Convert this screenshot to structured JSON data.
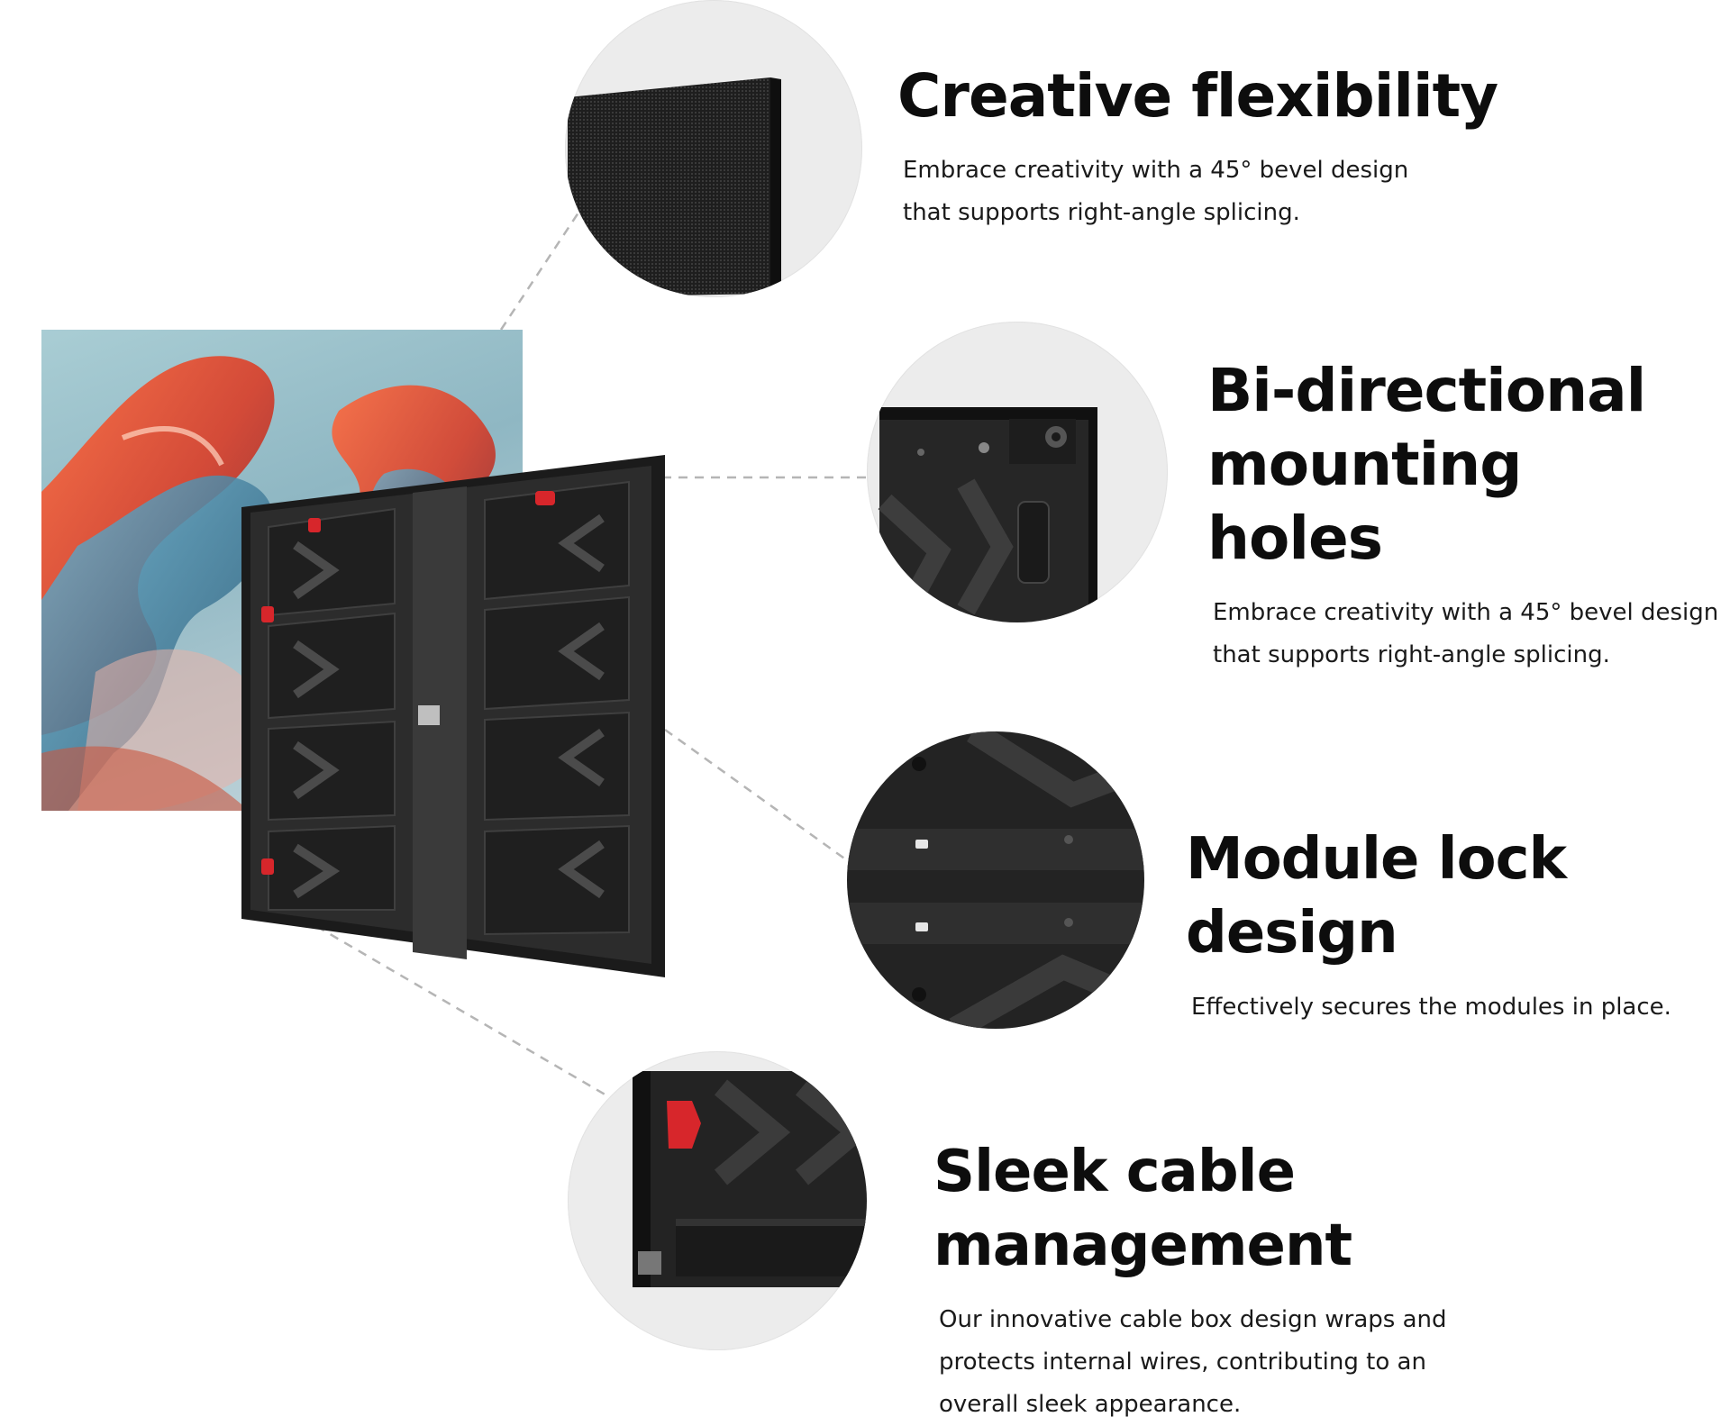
{
  "features": [
    {
      "title": "Creative flexibility",
      "description_line1": "Embrace creativity with a 45° bevel design",
      "description_line2": "that supports right-angle splicing."
    },
    {
      "title_line1": "Bi-directional",
      "title_line2": "mounting holes",
      "description_line1": "Embrace creativity with a 45° bevel design",
      "description_line2": "that supports right-angle splicing."
    },
    {
      "title": "Module lock design",
      "description_line1": "Effectively secures the modules in place."
    },
    {
      "title": "Sleek cable management",
      "description_line1": "Our innovative cable box design wraps and",
      "description_line2": "protects internal wires, contributing to an",
      "description_line3": "overall sleek appearance."
    }
  ],
  "colors": {
    "background": "#ffffff",
    "circle_fill": "#ececec",
    "panel_dark": "#262626",
    "latch_red": "#d7262b",
    "connector_dash": "#b5b5b5",
    "heading_text": "#0d0d0d"
  },
  "icons": [
    "abstract-art-image",
    "led-cabinet-back-image",
    "bevel-edge-detail-image",
    "mounting-hole-detail-image",
    "module-lock-detail-image",
    "cable-box-detail-image"
  ]
}
